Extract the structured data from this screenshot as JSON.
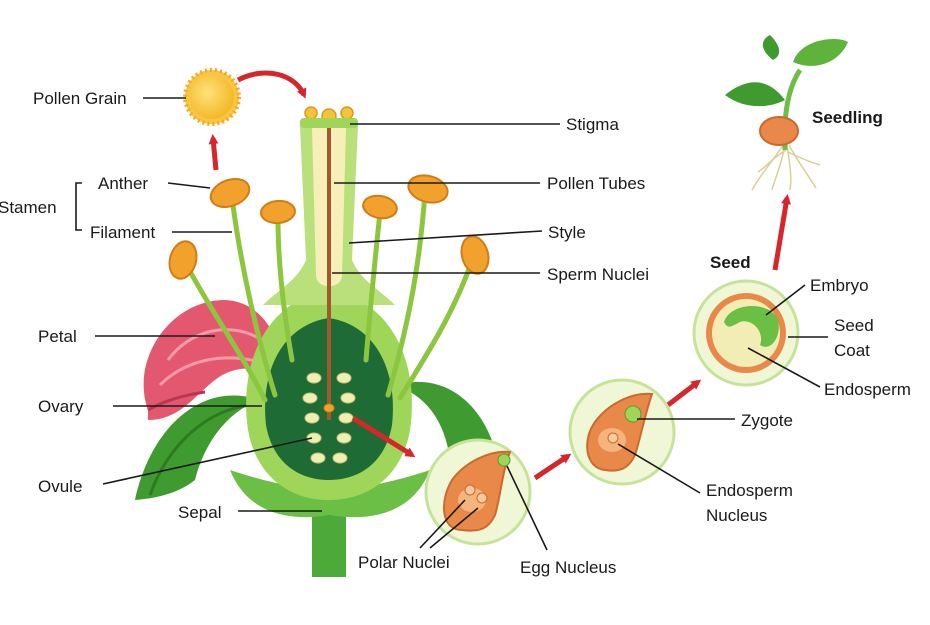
{
  "labels": {
    "pollen_grain": "Pollen Grain",
    "stamen": "Stamen",
    "anther": "Anther",
    "filament": "Filament",
    "petal": "Petal",
    "ovary": "Ovary",
    "ovule": "Ovule",
    "sepal": "Sepal",
    "stigma": "Stigma",
    "pollen_tubes": "Pollen Tubes",
    "style": "Style",
    "sperm_nuclei": "Sperm Nuclei",
    "polar_nuclei": "Polar Nuclei",
    "egg_nucleus": "Egg Nucleus",
    "zygote": "Zygote",
    "endosperm_nucleus_line1": "Endosperm",
    "endosperm_nucleus_line2": "Nucleus",
    "seed": "Seed",
    "embryo": "Embryo",
    "seed_coat_line1": "Seed",
    "seed_coat_line2": "Coat",
    "endosperm": "Endosperm",
    "seedling": "Seedling"
  },
  "colors": {
    "arrow_red": "#d7262b",
    "petal_pink": "#e4586f",
    "leaf_green": "#3f9b2f",
    "light_green": "#9fd65a",
    "ovary_dark": "#1f6b35",
    "style_cream": "#f6f0b8",
    "anther_orange": "#f2a12d",
    "seed_orange": "#e8894a"
  }
}
